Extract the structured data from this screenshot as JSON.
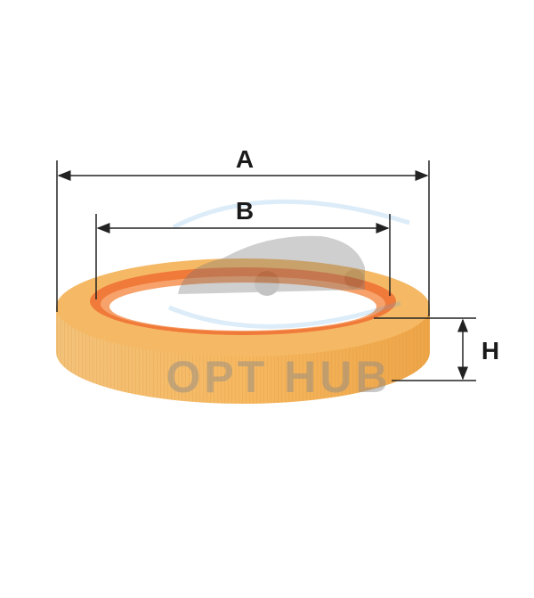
{
  "dimensions": {
    "outer_diameter_label": "A",
    "inner_diameter_label": "B",
    "height_label": "H"
  },
  "watermark": {
    "text": "OPT HUB"
  },
  "colors": {
    "filter_paper": "#f4b25a",
    "seal": "#f07a3a",
    "dimension_lines": "#222222"
  }
}
